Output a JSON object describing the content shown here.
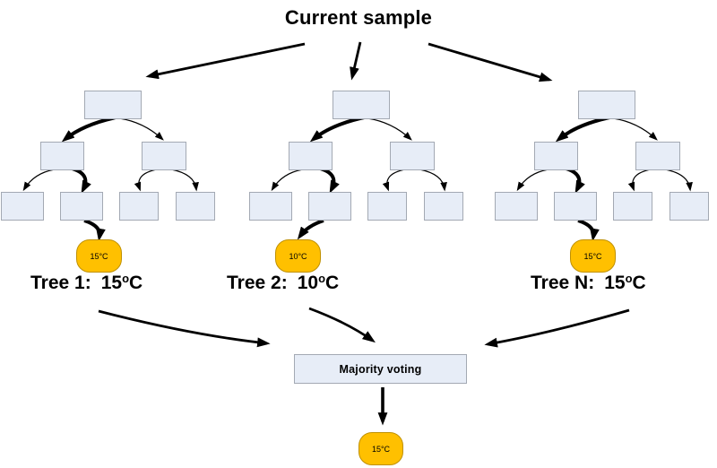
{
  "title": "Current sample",
  "trees": [
    {
      "label": "Tree 1:",
      "temp": "15",
      "degree": "o",
      "unit": "C",
      "prediction": "15°C"
    },
    {
      "label": "Tree 2:",
      "temp": "10",
      "degree": "o",
      "unit": "C",
      "prediction": "10°C"
    },
    {
      "label": "Tree N:",
      "temp": "15",
      "degree": "o",
      "unit": "C",
      "prediction": "15°C"
    }
  ],
  "aggregation": {
    "label": "Majority voting",
    "prediction": "15°C"
  },
  "colors": {
    "node_fill": "#e7edf7",
    "node_border": "#a3a9b3",
    "result_fill": "#ffc000",
    "result_border": "#bf9000",
    "arrow": "#000000",
    "text": "#000000"
  }
}
